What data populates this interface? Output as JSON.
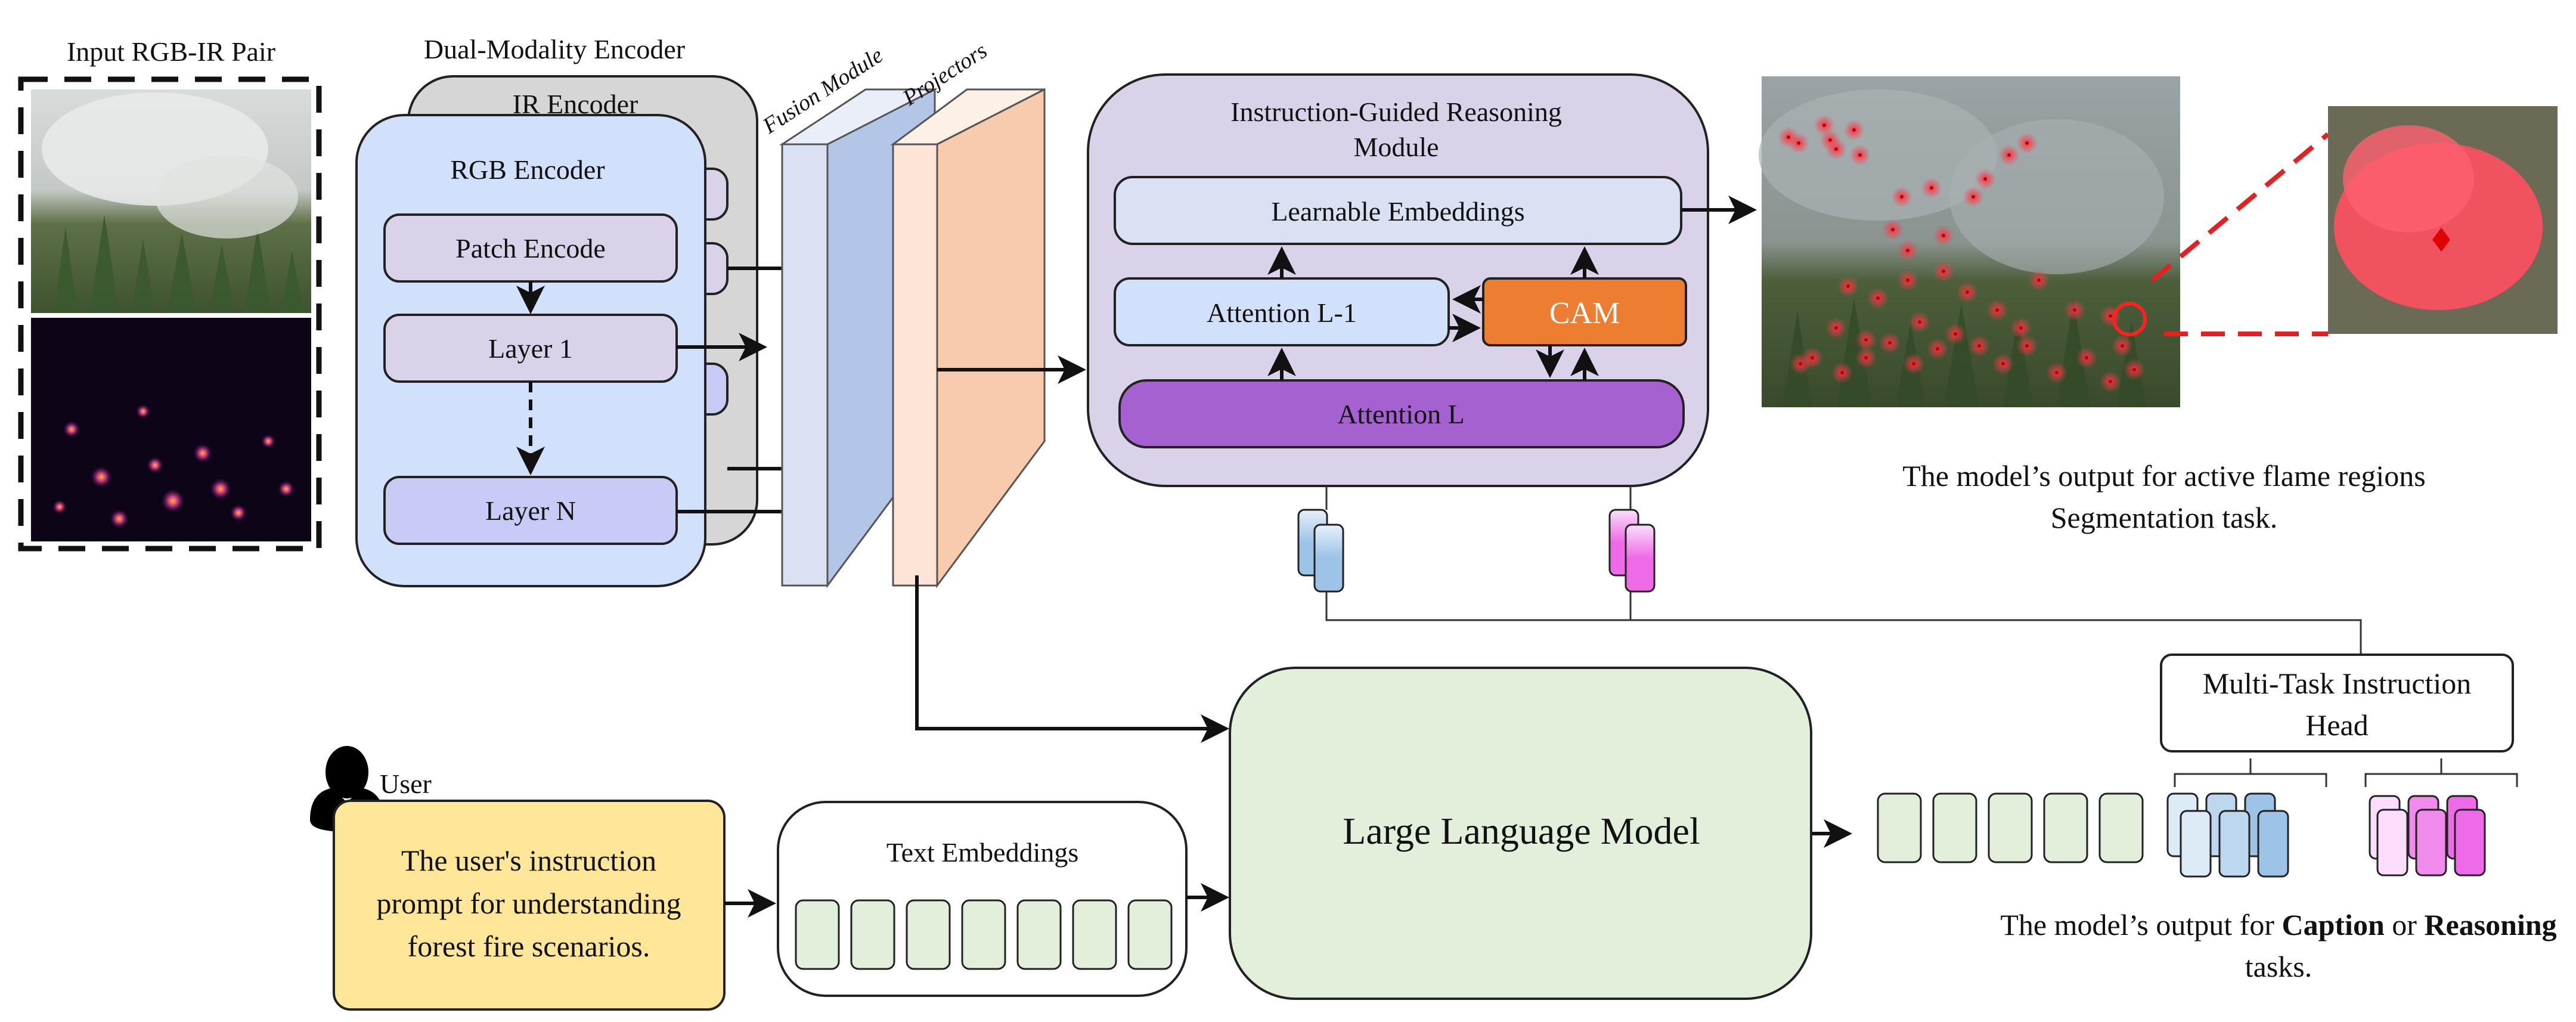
{
  "input": {
    "title": "Input RGB-IR Pair",
    "rgb_image": "rgb-forest-fire-image",
    "ir_image": "ir-thermal-image"
  },
  "encoder": {
    "title": "Dual-Modality Encoder",
    "ir_encoder": "IR Encoder",
    "rgb_encoder": "RGB Encoder",
    "layers": [
      "Patch Encode",
      "Layer 1",
      "Layer N"
    ]
  },
  "fusion": {
    "label": "Fusion Module"
  },
  "projectors": {
    "label": "Projectors"
  },
  "reasoning": {
    "title_line1": "Instruction-Guided Reasoning",
    "title_line2": "Module",
    "learnable": "Learnable Embeddings",
    "attention_l1": "Attention L-1",
    "cam": "CAM",
    "attention_l": "Attention L"
  },
  "segmentation": {
    "caption_line1": "The model’s output for active flame regions",
    "caption_line2": "Segmentation task."
  },
  "user": {
    "label": "User",
    "prompt_line1": "The user's instruction",
    "prompt_line2": "prompt for understanding",
    "prompt_line3": "forest fire scenarios."
  },
  "text_embeddings": {
    "title": "Text Embeddings",
    "token_count": 7
  },
  "llm": {
    "title": "Large Language Model"
  },
  "head": {
    "line1": "Multi-Task Instruction",
    "line2": "Head"
  },
  "output": {
    "caption_prefix": "The model’s output for ",
    "caption_bold1": "Caption",
    "caption_mid": " or ",
    "caption_bold2": "Reasoning",
    "caption_line2": "tasks.",
    "green_tokens": 5
  },
  "colors": {
    "cam": "#ED7D31",
    "attention_l": "#A461CF",
    "llm": "#E2EFDA",
    "user_prompt": "#FFE699",
    "rgb_encoder": "#D2E1FB",
    "ir_encoder": "#D6D6D6",
    "reasoning_bg": "#D9D2E9",
    "fusion_front": "#DAE1F3",
    "fusion_side": "#B4C6E7",
    "proj_front": "#FCE4D6",
    "proj_side": "#F8CBAD"
  }
}
